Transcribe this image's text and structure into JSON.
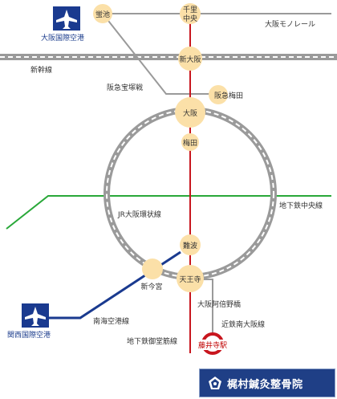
{
  "map": {
    "airports": {
      "itami": "大阪国際空港",
      "kansai": "関西国際空港"
    },
    "lines": {
      "monorail": "大阪モノレール",
      "shinkansen": "新幹線",
      "hankyu_takarazuka": "阪急宝塚戦",
      "jr_loop": "JR大阪環状線",
      "chuo": "地下鉄中央線",
      "nankai_airport": "南海空港線",
      "kintetsu_minami_osaka": "近鉄南大阪線",
      "midosuji": "地下鉄御堂筋線"
    },
    "stations": {
      "hotarugaike": "蛍池",
      "senri_chuo_1": "千里",
      "senri_chuo_2": "中央",
      "shin_osaka": "新大阪",
      "hankyu_umeda": "阪急梅田",
      "osaka": "大阪",
      "umeda": "梅田",
      "namba": "難波",
      "shin_imamiya": "新今宮",
      "tennoji": "天王寺",
      "osaka_abenobashi": "大阪阿倍野橋",
      "fujiidera": "藤井寺駅"
    },
    "clinic": "梶村鍼灸整骨院",
    "colors": {
      "midosuji_red": "#c8161e",
      "chuo_green": "#29a839",
      "nankai_blue": "#1a3a8f",
      "station_fill": "#fbe0a8",
      "banner_navy": "#1f3f86"
    }
  }
}
